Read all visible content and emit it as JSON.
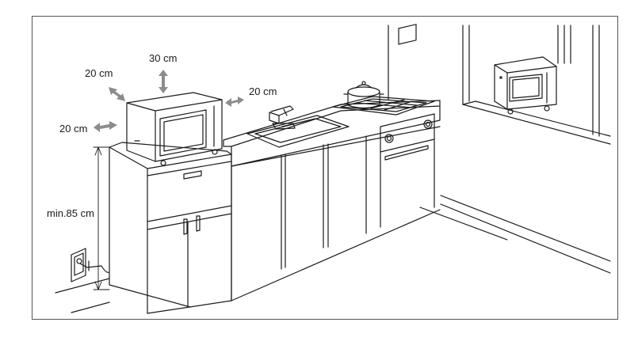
{
  "labels": {
    "clearance_top": "30 cm",
    "clearance_left_back": "20 cm",
    "clearance_right": "20 cm",
    "clearance_left_front": "20 cm",
    "min_height": "min.85 cm"
  },
  "colors": {
    "line": "#1a1a1a",
    "arrow": "#8c8c8c",
    "frame": "#555555"
  },
  "icons": {
    "arrows": "double-headed-clearance-arrow",
    "outlet": "power-outlet-icon"
  }
}
